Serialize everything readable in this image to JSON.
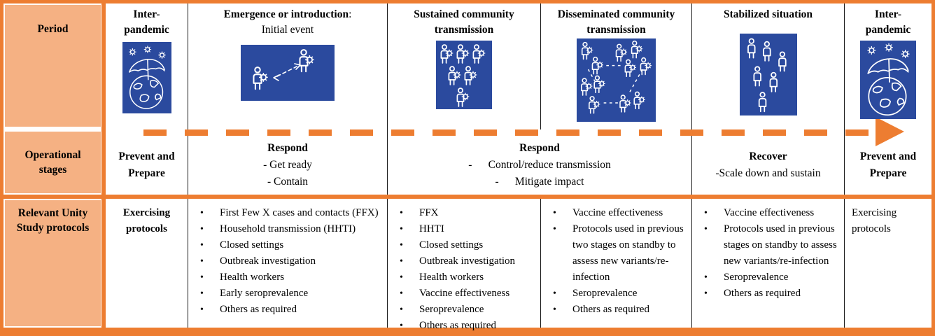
{
  "colors": {
    "orange": "#ED7D31",
    "light_orange": "#F5B183",
    "icon_blue": "#2B4A9E",
    "text": "#000000",
    "divider_black": "#1a1a1a"
  },
  "bullet": "•",
  "row_labels": {
    "period": "Period",
    "stages": "Operational stages",
    "protocols": "Relevant Unity Study protocols"
  },
  "periods": [
    {
      "line1": "Inter-",
      "line2": "pandemic",
      "icon": "umbrella-globe-icon"
    },
    {
      "title": "Emergence or introduction",
      "title_suffix": ":",
      "subtitle": "Initial event",
      "icon": "person-to-person-transmission-icon"
    },
    {
      "line1": "Sustained community",
      "line2": "transmission",
      "icon": "infected-people-group-icon"
    },
    {
      "line1": "Disseminated community",
      "line2": "transmission",
      "icon": "infected-clusters-network-icon"
    },
    {
      "line1": "Stabilized situation",
      "line2": "",
      "icon": "people-group-icon"
    },
    {
      "line1": "Inter-",
      "line2": "pandemic",
      "icon": "umbrella-globe-icon"
    }
  ],
  "stages": [
    {
      "title": "Prevent and Prepare",
      "items": []
    },
    {
      "title": "Respond",
      "items": [
        "- Get ready",
        "- Contain"
      ]
    },
    {
      "title": "Respond",
      "items": [
        "-      Control/reduce transmission",
        "-      Mitigate impact"
      ]
    },
    {
      "title": "Recover",
      "items": [
        "-Scale down and sustain"
      ]
    },
    {
      "title": "Prevent and Prepare",
      "items": []
    }
  ],
  "protocols": [
    {
      "text": "Exercising protocols"
    },
    {
      "items": [
        "First Few X cases and contacts (FFX)",
        "Household transmission (HHTI)",
        "Closed settings",
        "Outbreak investigation",
        "Health workers",
        "Early seroprevalence",
        "Others as required"
      ]
    },
    {
      "items": [
        "FFX",
        "HHTI",
        "Closed settings",
        "Outbreak investigation",
        "Health workers",
        "Vaccine effectiveness",
        "Seroprevalence",
        "Others as required"
      ]
    },
    {
      "items": [
        "Vaccine effectiveness",
        "Protocols used in previous two stages on standby to assess new variants/re-infection",
        "Seroprevalence",
        "Others as required"
      ]
    },
    {
      "items": [
        "Vaccine effectiveness",
        "Protocols used in previous stages on standby to assess new variants/re-infection",
        "Seroprevalence",
        "Others as required"
      ]
    },
    {
      "text": "Exercising protocols"
    }
  ]
}
